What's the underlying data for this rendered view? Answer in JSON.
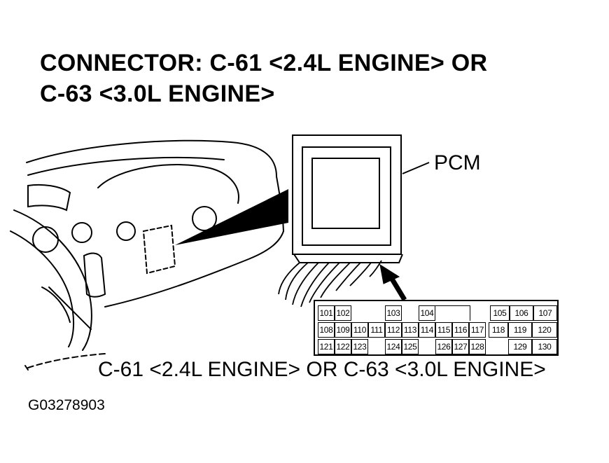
{
  "title": {
    "line1": "CONNECTOR: C-61 <2.4L ENGINE> OR",
    "line2": "C-63 <3.0L ENGINE>"
  },
  "pcm_label": "PCM",
  "caption": "C-61 <2.4L ENGINE> OR C-63 <3.0L ENGINE>",
  "figure_id": "G03278903",
  "connector_pins": {
    "row1": [
      "101",
      "102",
      "",
      "103",
      "104",
      "",
      "",
      "",
      "",
      "105",
      "106",
      "107"
    ],
    "row2": [
      "108",
      "109",
      "110",
      "111",
      "112",
      "113",
      "114",
      "115",
      "116",
      "117",
      "118",
      "119",
      "120"
    ],
    "row3": [
      "121",
      "122",
      "123",
      "",
      "124",
      "125",
      "",
      "126",
      "127",
      "128",
      "",
      "129",
      "130"
    ]
  }
}
